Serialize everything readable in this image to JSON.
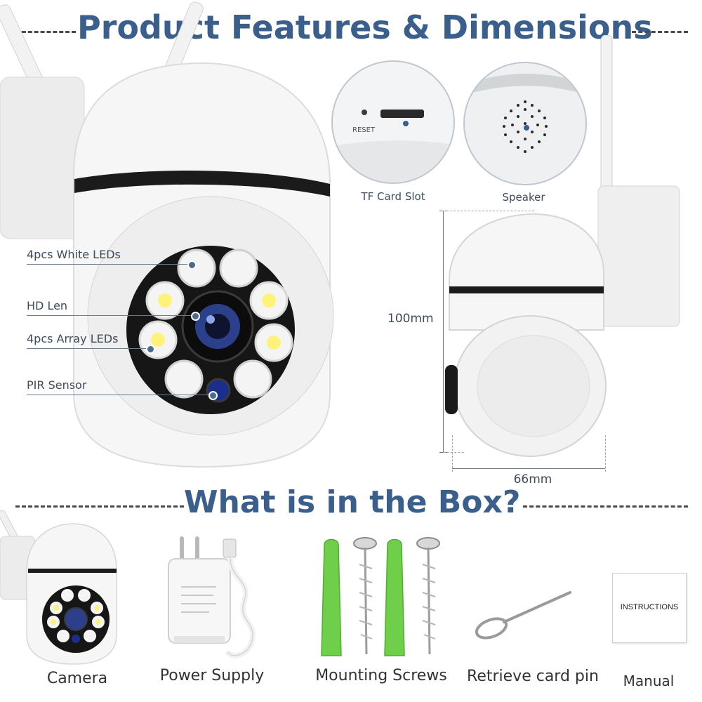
{
  "headings": {
    "features": "Product Features & Dimensions",
    "box": "What is in the Box?"
  },
  "callouts": {
    "white_leds": "4pcs White LEDs",
    "hd_len": "HD Len",
    "array_leds": "4pcs Array LEDs",
    "pir": "PIR Sensor"
  },
  "details": {
    "tf_slot": "TF Card Slot",
    "speaker": "Speaker",
    "reset": "RESET"
  },
  "dimensions": {
    "height": "100mm",
    "width": "66mm"
  },
  "box_items": {
    "camera": "Camera",
    "power": "Power Supply",
    "screws": "Mounting Screws",
    "pin": "Retrieve card pin",
    "manual": "Manual",
    "manual_cover": "INSTRUCTIONS"
  },
  "colors": {
    "heading": "#3a5f8c",
    "anchor_green": "#6fcf4a",
    "led_yellow": "#fff27a"
  }
}
